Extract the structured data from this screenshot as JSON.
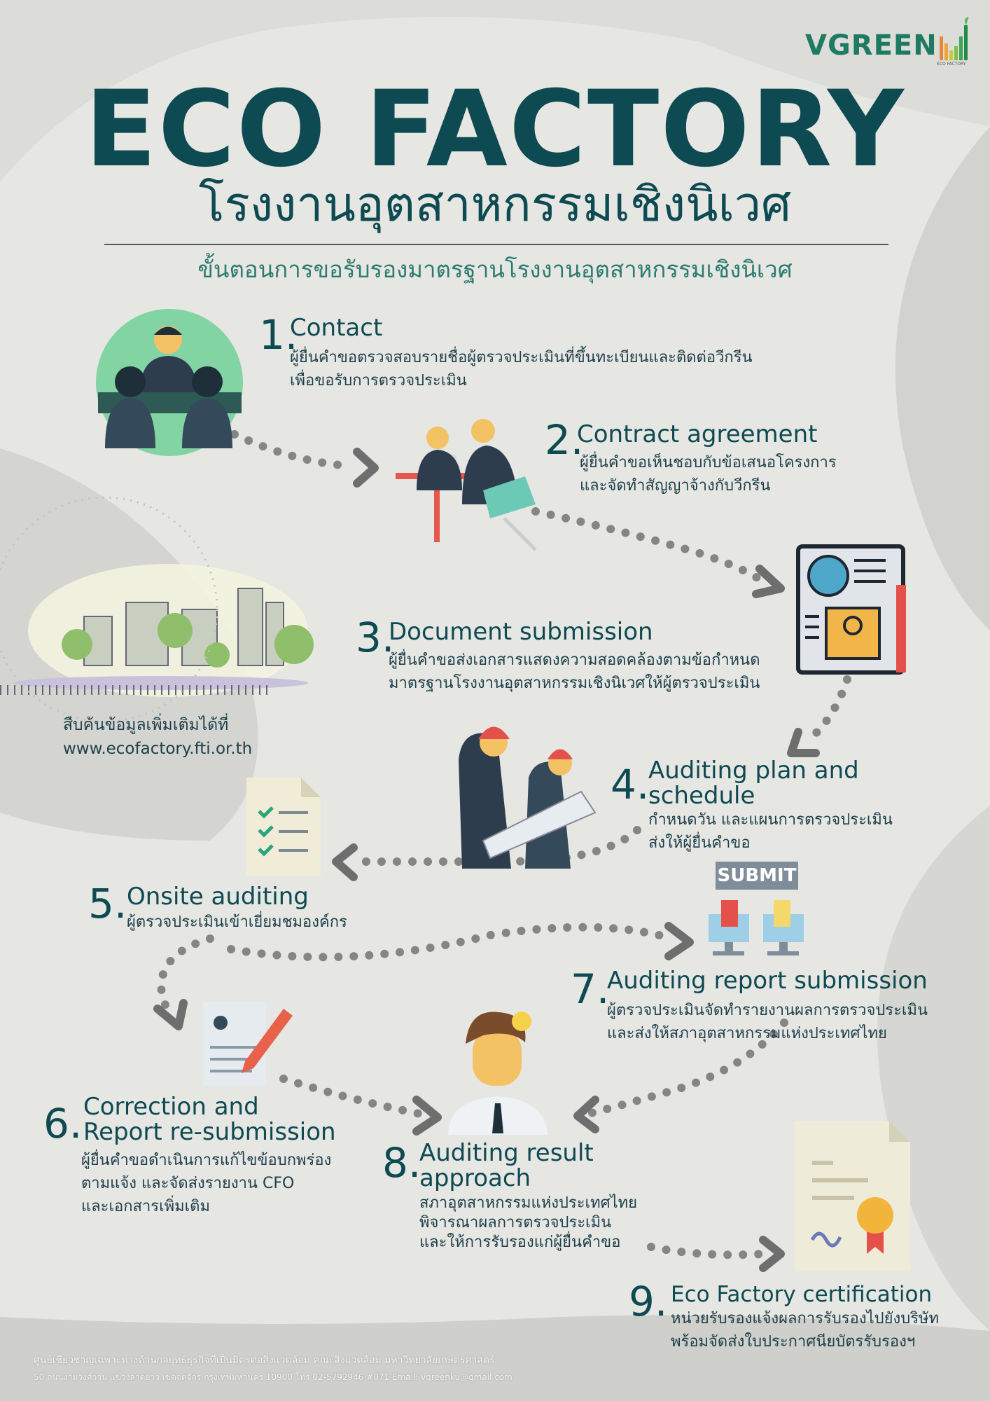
{
  "logo": {
    "brand": "VGREEN",
    "sub": "ECO FACTORY"
  },
  "header": {
    "title": "ECO FACTORY",
    "thai_title": "โรงงานอุตสาหกรรมเชิงนิเวศ",
    "subheading": "ขั้นตอนการขอรับรองมาตรฐานโรงงานอุตสาหกรรมเชิงนิเวศ"
  },
  "steps": [
    {
      "num": "1.",
      "title": "Contact",
      "desc": [
        "ผู้ยื่นคำขอตรวจสอบรายชื่อผู้ตรวจประเมินที่ขึ้นทะเบียนและติดต่อวีกรีน",
        "เพื่อขอรับการตรวจประเมิน"
      ]
    },
    {
      "num": "2.",
      "title": "Contract agreement",
      "desc": [
        "ผู้ยื่นคำขอเห็นชอบกับข้อเสนอโครงการ",
        "และจัดทำสัญญาจ้างกับวีกรีน"
      ]
    },
    {
      "num": "3.",
      "title": "Document submission",
      "desc": [
        "ผู้ยื่นคำขอส่งเอกสารแสดงความสอดคล้องตามข้อกำหนด",
        "มาตรฐานโรงงานอุตสาหกรรมเชิงนิเวศให้ผู้ตรวจประเมิน"
      ]
    },
    {
      "num": "4.",
      "title": [
        "Auditing plan and",
        "schedule"
      ],
      "desc": [
        "กำหนดวัน และแผนการตรวจประเมิน",
        "ส่งให้ผู้ยื่นคำขอ"
      ]
    },
    {
      "num": "5.",
      "title": "Onsite auditing",
      "desc": [
        "ผู้ตรวจประเมินเข้าเยี่ยมชมองค์กร"
      ]
    },
    {
      "num": "6.",
      "title": [
        "Correction and",
        "Report re-submission"
      ],
      "desc": [
        "ผู้ยื่นคำขอดำเนินการแก้ไขข้อบกพร่อง",
        "ตามแจ้ง และจัดส่งรายงาน CFO",
        "และเอกสารเพิ่มเติม"
      ]
    },
    {
      "num": "7.",
      "title": "Auditing report submission",
      "desc": [
        "ผู้ตรวจประเมินจัดทำรายงานผลการตรวจประเมิน",
        "และส่งให้สภาอุตสาหกรรมแห่งประเทศไทย"
      ]
    },
    {
      "num": "8.",
      "title": [
        "Auditing result",
        "approach"
      ],
      "desc": [
        "สภาอุตสาหกรรมแห่งประเทศไทย",
        "พิจารณาผลการตรวจประเมิน",
        "และให้การรับรองแก่ผู้ยื่นคำขอ"
      ]
    },
    {
      "num": "9.",
      "title": "Eco Factory certification",
      "desc": [
        "หน่วยรับรองแจ้งผลการรับรองไปยังบริษัท",
        "พร้อมจัดส่งใบประกาศนียบัตรรับรองฯ"
      ]
    }
  ],
  "side_info": {
    "label": "สืบค้นข้อมูลเพิ่มเติมได้ที่",
    "url": "www.ecofactory.fti.or.th"
  },
  "submit_badge": "SUBMIT",
  "footer": {
    "line1": "ศูนย์เชี่ยวชาญเฉพาะทางด้านกลยุทธ์ธุรกิจที่เป็นมิตรต่อสิ่งแวดล้อม คณะสิ่งแวดล้อม มหาวิทยาลัยเกษตรศาสตร์",
    "line2": "50 ถนนงามวงศ์วาน แขวงลาดยาว เขตจตุจักร กรุงเทพมหานคร 10900 โทร 02-5792946 #071 Email: vgreenku@gmail.com"
  },
  "colors": {
    "title": "#0e4a52",
    "accent": "#2d7b6f",
    "dots": "#858585",
    "background": "#e6e6e3"
  }
}
